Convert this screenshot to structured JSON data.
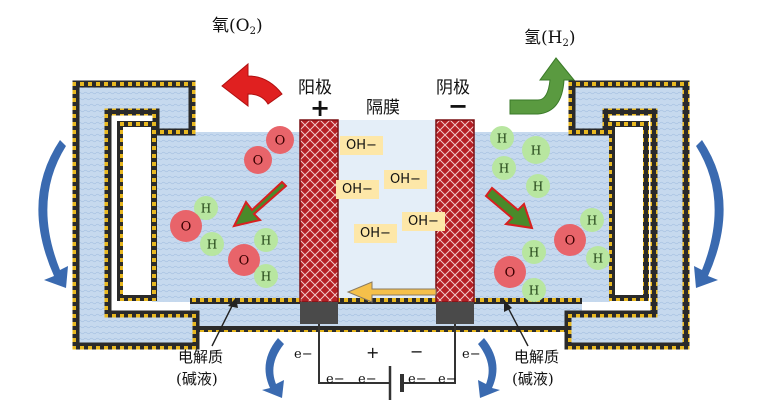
{
  "labels": {
    "oxygen_char": "氧",
    "oxygen_formula_prefix": "(O",
    "oxygen_formula_sub": "2",
    "oxygen_formula_suffix": ")",
    "hydrogen_char": "氢",
    "hydrogen_formula_prefix": "(H",
    "hydrogen_formula_sub": "2",
    "hydrogen_formula_suffix": ")",
    "anode": "阳极",
    "cathode": "阴极",
    "anode_sign": "+",
    "cathode_sign": "−",
    "membrane": "隔膜",
    "electrolyte_left_line1": "电解质",
    "electrolyte_left_line2": "(碱液)",
    "electrolyte_right_line1": "电解质",
    "electrolyte_right_line2": "(碱液)",
    "battery_plus": "+",
    "battery_minus": "−"
  },
  "ions": [
    "OH−",
    "OH−",
    "OH−",
    "OH−",
    "OH−"
  ],
  "atoms": {
    "oxygen": "O",
    "hydrogen": "H"
  },
  "electrons": {
    "label": "e−"
  },
  "colors": {
    "oxygen": "#e8646a",
    "hydrogen": "#b8e6a0",
    "electrode": "#c0262b",
    "oxygen_arrow": "#e02020",
    "hydrogen_arrow": "#5a9a40",
    "circulation_arrow": "#3a6ab0",
    "electrolyte": "#c9dcef",
    "ion_box": "#fde7a8"
  }
}
